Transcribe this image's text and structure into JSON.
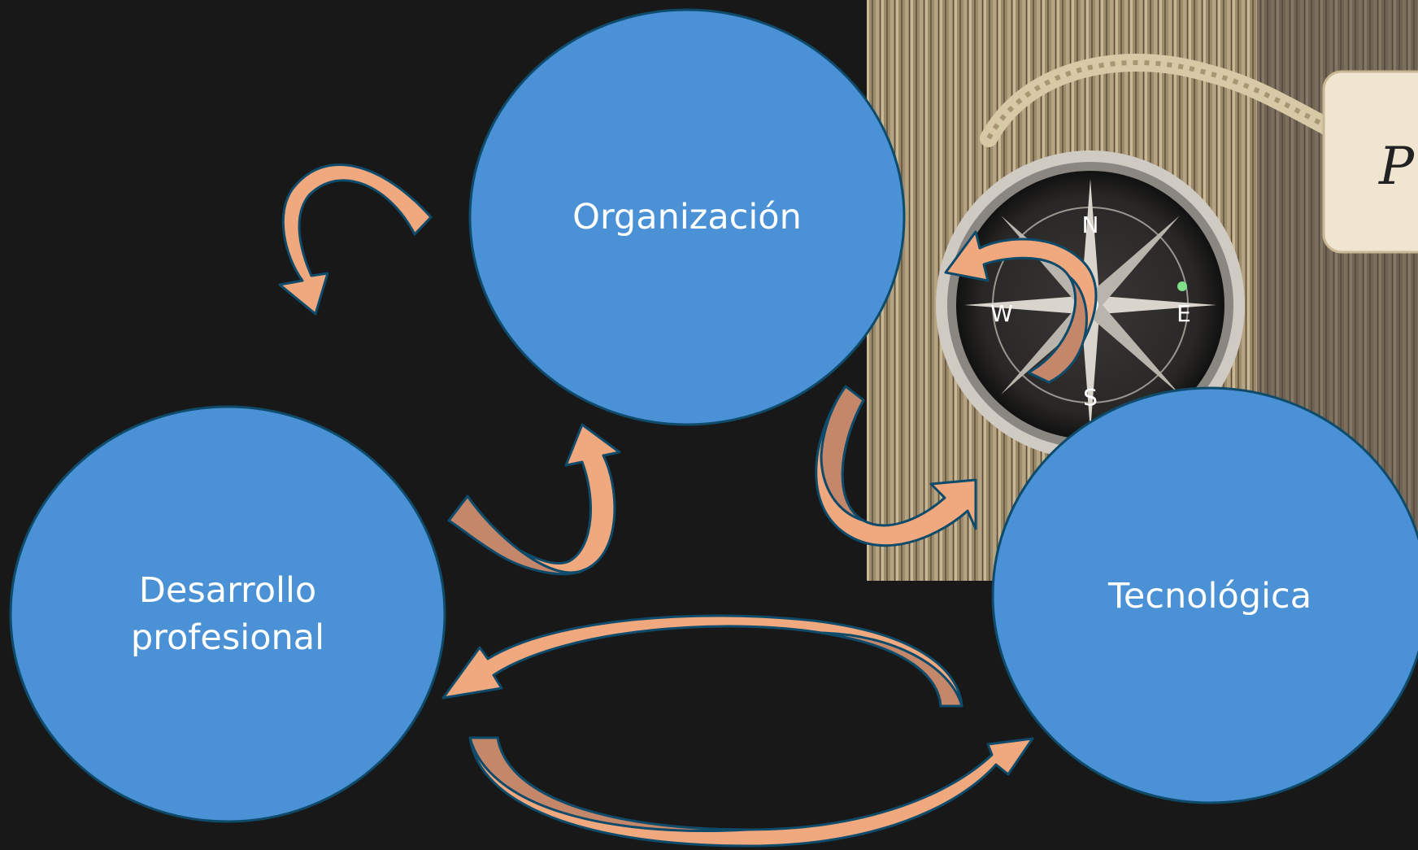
{
  "diagram": {
    "nodes": [
      {
        "id": "organizacion",
        "lines": [
          "Organización"
        ]
      },
      {
        "id": "tecnologica",
        "lines": [
          "Tecnológica"
        ]
      },
      {
        "id": "desarrollo",
        "lines": [
          "Desarrollo",
          "profesional"
        ]
      }
    ],
    "photo_tag_text": "P",
    "colors": {
      "background": "#181818",
      "node_fill": "#4a91d6",
      "node_stroke": "#0e4a6a",
      "arrow_light": "#f0a87e",
      "arrow_dark": "#c4876a",
      "arrow_stroke": "#0e4a6a"
    }
  }
}
